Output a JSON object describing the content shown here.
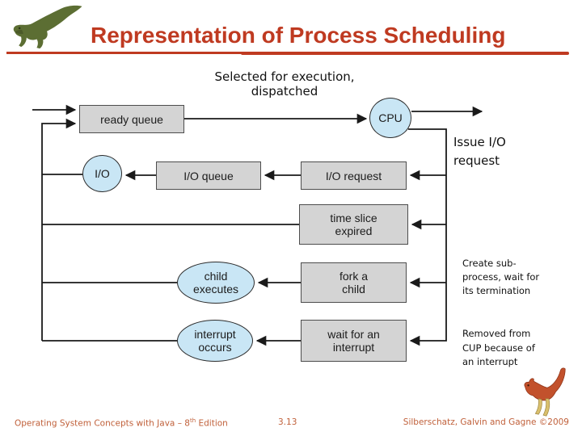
{
  "slide": {
    "title": "Representation of Process Scheduling"
  },
  "icons": {
    "top_left": "green-dinosaur-logo",
    "bottom_right": "red-dinosaur-mascot"
  },
  "annotations": {
    "selected": "Selected for execution,\ndispatched",
    "issue_io": "Issue I/O\nrequest",
    "create_sub": "Create sub-\nprocess, wait for\nits termination",
    "removed": "Removed from\nCUP because of\nan interrupt"
  },
  "diagram": {
    "ready_queue": "ready queue",
    "cpu": "CPU",
    "io": "I/O",
    "io_queue": "I/O queue",
    "io_request": "I/O request",
    "time_slice": "time slice\nexpired",
    "child_executes": "child\nexecutes",
    "fork_child": "fork a\nchild",
    "interrupt_occurs": "interrupt\noccurs",
    "wait_interrupt": "wait for an\ninterrupt"
  },
  "footer": {
    "left_prefix": "Operating System Concepts with Java – 8",
    "left_sup": "th",
    "left_suffix": " Edition",
    "page_number": "3.13",
    "right": "Silberschatz, Galvin and Gagne ©2009"
  },
  "colors": {
    "accent": "#bf3a21",
    "footer_text": "#c0603a",
    "box_fill": "#d4d4d4",
    "ellipse_fill": "#c9e6f5",
    "line": "#1a1a1a"
  }
}
